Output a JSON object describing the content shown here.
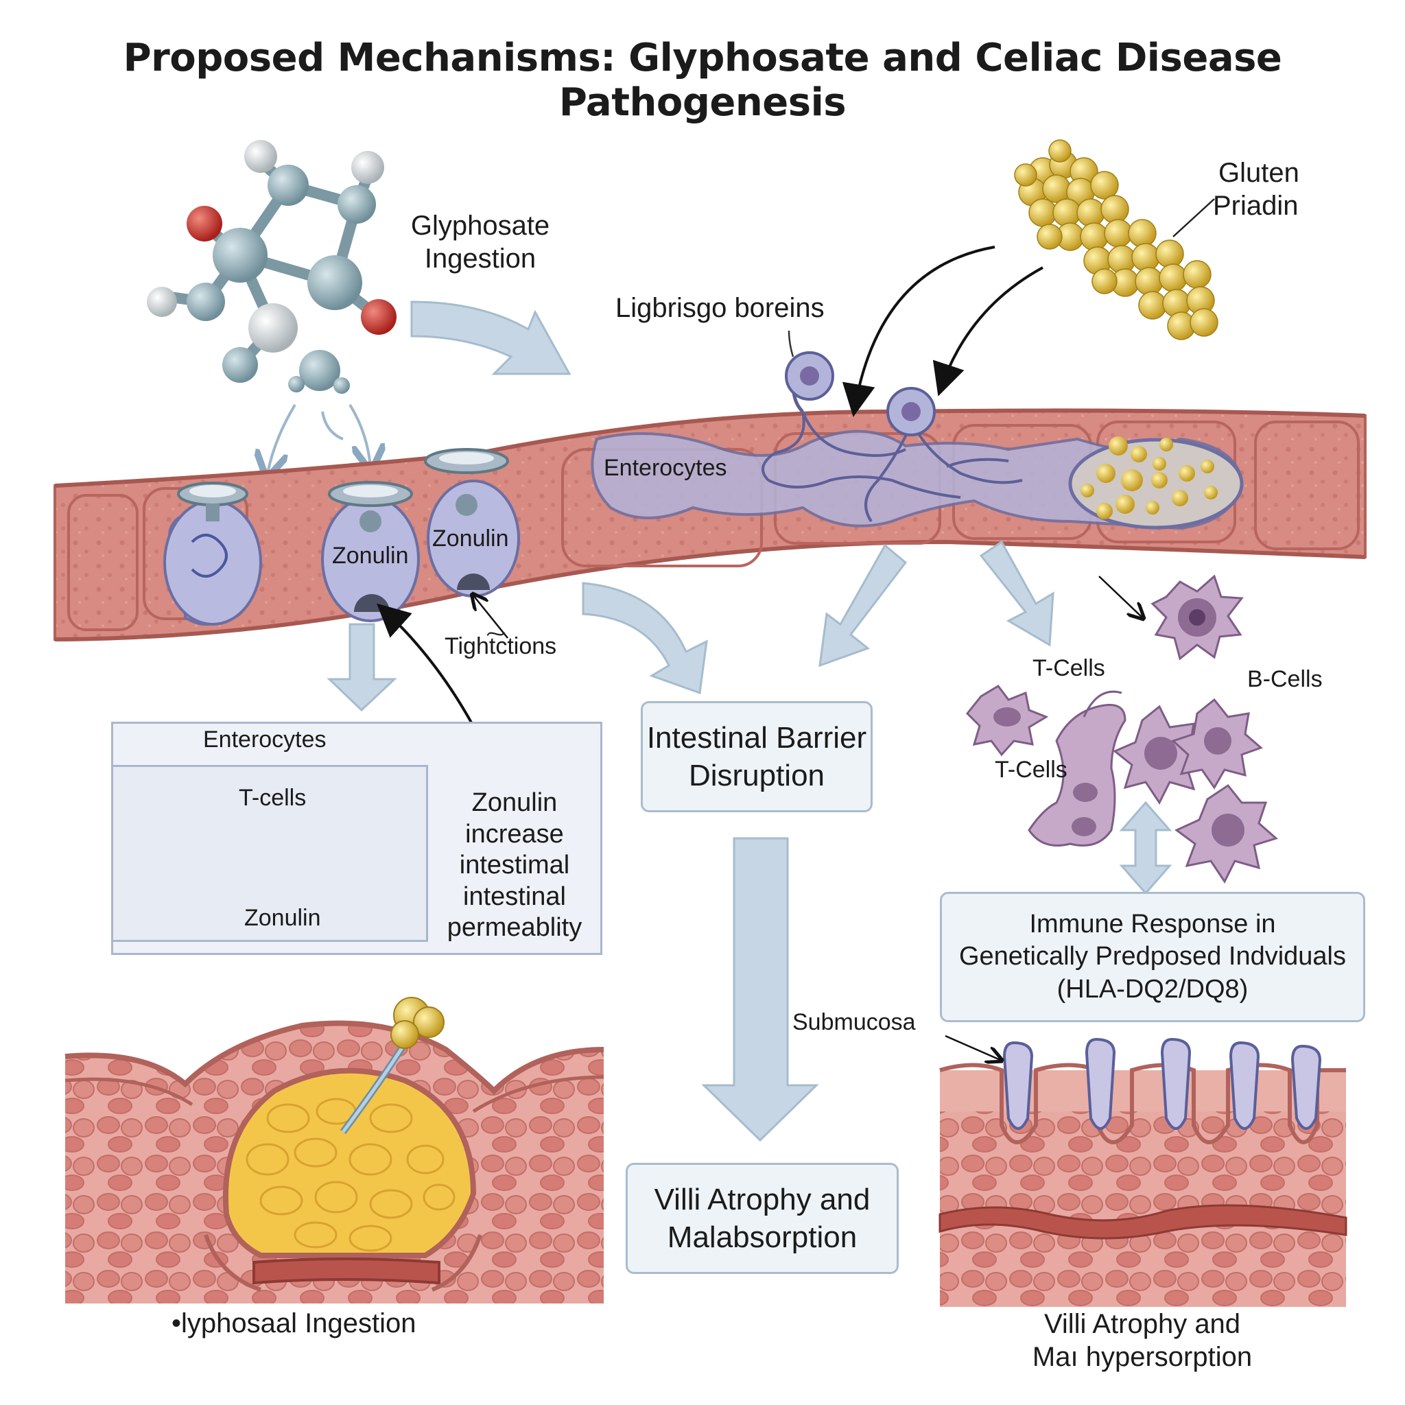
{
  "title": "Proposed Mechanisms: Glyphosate and Celiac Disease Pathogenesis",
  "labels": {
    "glyphosate_ingestion": [
      "Glyphosate",
      "Ingestion"
    ],
    "gluten": [
      "Gluten",
      "Priadin"
    ],
    "ligbrisgo": "Ligbrisgo boreins",
    "enterocytes_top": "Enterocytes",
    "zonulin_a": "Zonulin",
    "zonulin_b": "Zonulin",
    "tight_junctions": "Tight͠ctions",
    "enterocytes_box": "Enterocytes",
    "t_cells_small": "T-cells",
    "zonulin_small": "Zonulin",
    "zonulin_increase": [
      "Zonulin",
      "increase",
      "intestimal",
      "intestinal",
      "permeablity"
    ],
    "t_cells_1": "T-Cells",
    "t_cells_2": "T-Cells",
    "b_cells": "B-Cells",
    "submucosa": "Submucosa",
    "bottom_left": "•lyphosaal Ingestion",
    "bottom_right": [
      "Villi Atrophy and",
      "Maı hypersorption"
    ]
  },
  "boxes": {
    "barrier": [
      "Intestinal Barrier",
      "Disruption"
    ],
    "villi": [
      "Villi Atrophy and",
      "Malabsorption"
    ],
    "immune": [
      "Immune Response in",
      "Genetically Predposed Indviduals",
      "(HLA-DQ2/DQ8)"
    ]
  },
  "colors": {
    "tissue": "#d98a84",
    "tissue_dark": "#b86860",
    "cell_purple": "#a9abd3",
    "arrow_blue": "#b8cbdc",
    "gluten_gold": "#e0c050",
    "atom_teal": "#8eaab4",
    "atom_red": "#c8322b",
    "immune_purple": "#b99ac0",
    "box_fill": "#eef3f8"
  }
}
